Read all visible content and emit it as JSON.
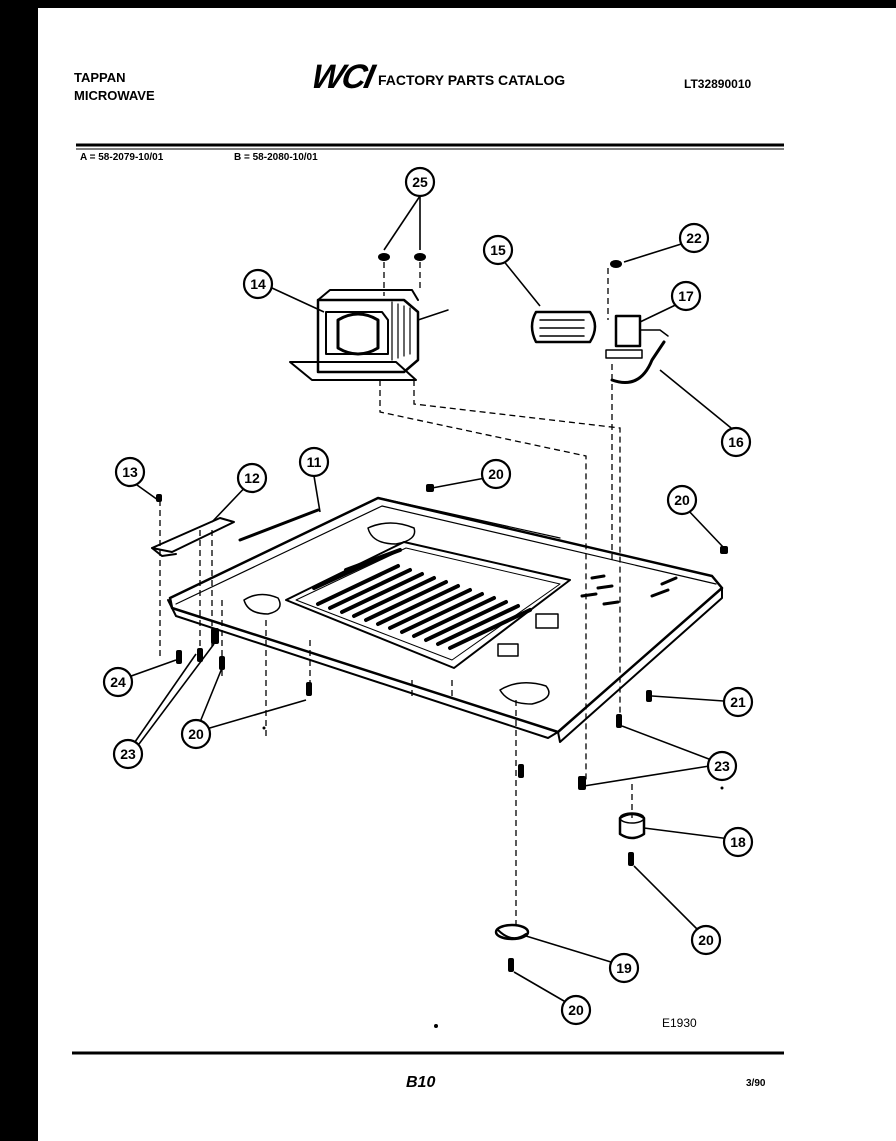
{
  "header": {
    "brand_line1": "TAPPAN",
    "brand_line2": "MICROWAVE",
    "logo_text": "WCI",
    "catalog_title": "FACTORY PARTS CATALOG",
    "catalog_number": "LT32890010"
  },
  "models": {
    "a": "A = 58-2079-10/01",
    "b": "B = 58-2080-10/01"
  },
  "diagram": {
    "code": "E1930",
    "callouts": [
      {
        "id": "c25",
        "label": "25"
      },
      {
        "id": "c15",
        "label": "15"
      },
      {
        "id": "c22",
        "label": "22"
      },
      {
        "id": "c14",
        "label": "14"
      },
      {
        "id": "c17",
        "label": "17"
      },
      {
        "id": "c16",
        "label": "16"
      },
      {
        "id": "c13",
        "label": "13"
      },
      {
        "id": "c12",
        "label": "12"
      },
      {
        "id": "c11",
        "label": "11"
      },
      {
        "id": "c20a",
        "label": "20"
      },
      {
        "id": "c20b",
        "label": "20"
      },
      {
        "id": "c24",
        "label": "24"
      },
      {
        "id": "c23a",
        "label": "23"
      },
      {
        "id": "c20c",
        "label": "20"
      },
      {
        "id": "c21",
        "label": "21"
      },
      {
        "id": "c23b",
        "label": "23"
      },
      {
        "id": "c18",
        "label": "18"
      },
      {
        "id": "c20d",
        "label": "20"
      },
      {
        "id": "c19",
        "label": "19"
      },
      {
        "id": "c20e",
        "label": "20"
      }
    ]
  },
  "footer": {
    "page": "B10",
    "date": "3/90"
  }
}
